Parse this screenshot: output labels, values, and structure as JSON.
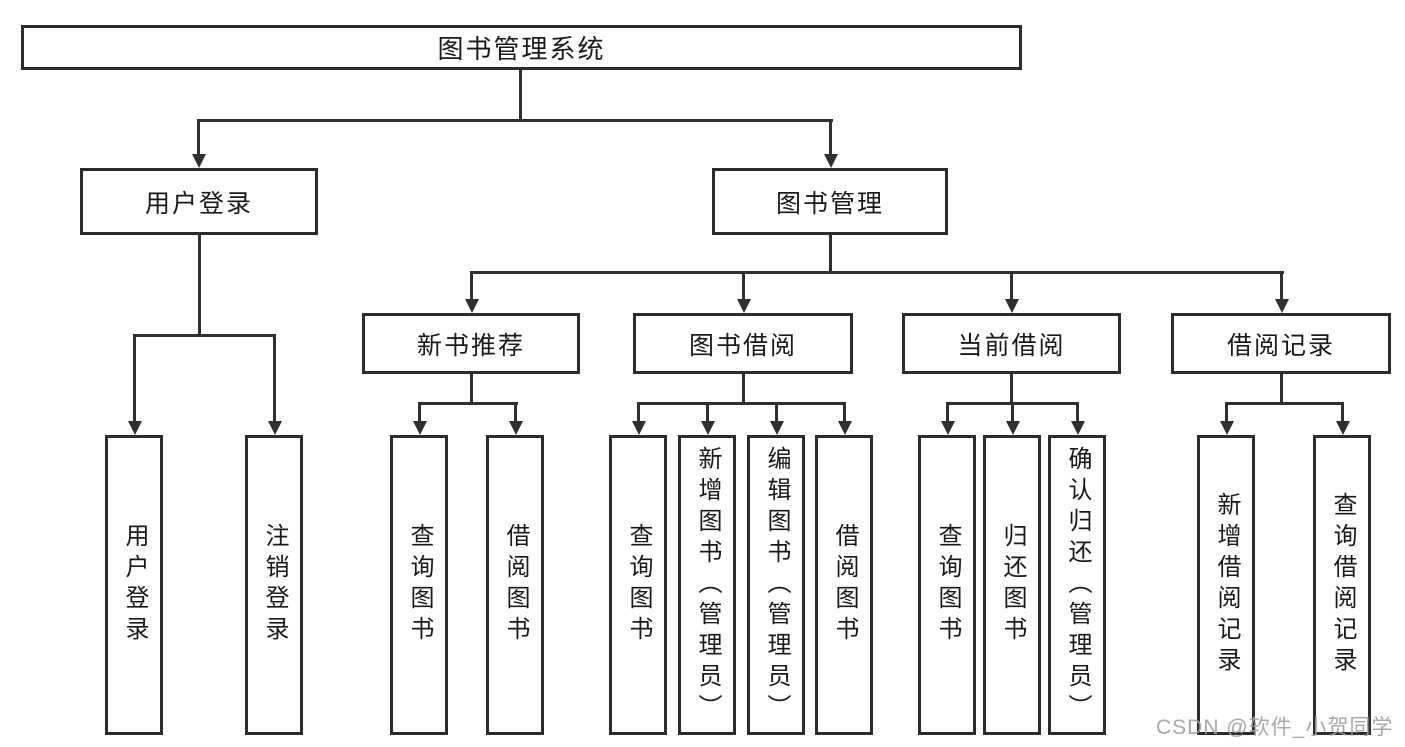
{
  "diagram_title": "图书管理系统",
  "tree": {
    "label": "图书管理系统",
    "children": [
      {
        "label": "用户登录",
        "children": [
          {
            "label": "用户登录"
          },
          {
            "label": "注销登录"
          }
        ]
      },
      {
        "label": "图书管理",
        "children": [
          {
            "label": "新书推荐",
            "children": [
              {
                "label": "查询图书"
              },
              {
                "label": "借阅图书"
              }
            ]
          },
          {
            "label": "图书借阅",
            "children": [
              {
                "label": "查询图书"
              },
              {
                "label": "新增图书（管理员）"
              },
              {
                "label": "编辑图书（管理员）"
              },
              {
                "label": "借阅图书"
              }
            ]
          },
          {
            "label": "当前借阅",
            "children": [
              {
                "label": "查询图书"
              },
              {
                "label": "归还图书"
              },
              {
                "label": "确认归还（管理员）"
              }
            ]
          },
          {
            "label": "借阅记录",
            "children": [
              {
                "label": "新增借阅记录"
              },
              {
                "label": "查询借阅记录"
              }
            ]
          }
        ]
      }
    ]
  },
  "watermark": {
    "text": "CSDN @软件_小贺同学"
  },
  "colors": {
    "line": "#2f2f2f",
    "box_border": "#2c2c2c",
    "text": "#1a1a1a",
    "background": "#ffffff",
    "watermark": "#9e9e9e"
  }
}
